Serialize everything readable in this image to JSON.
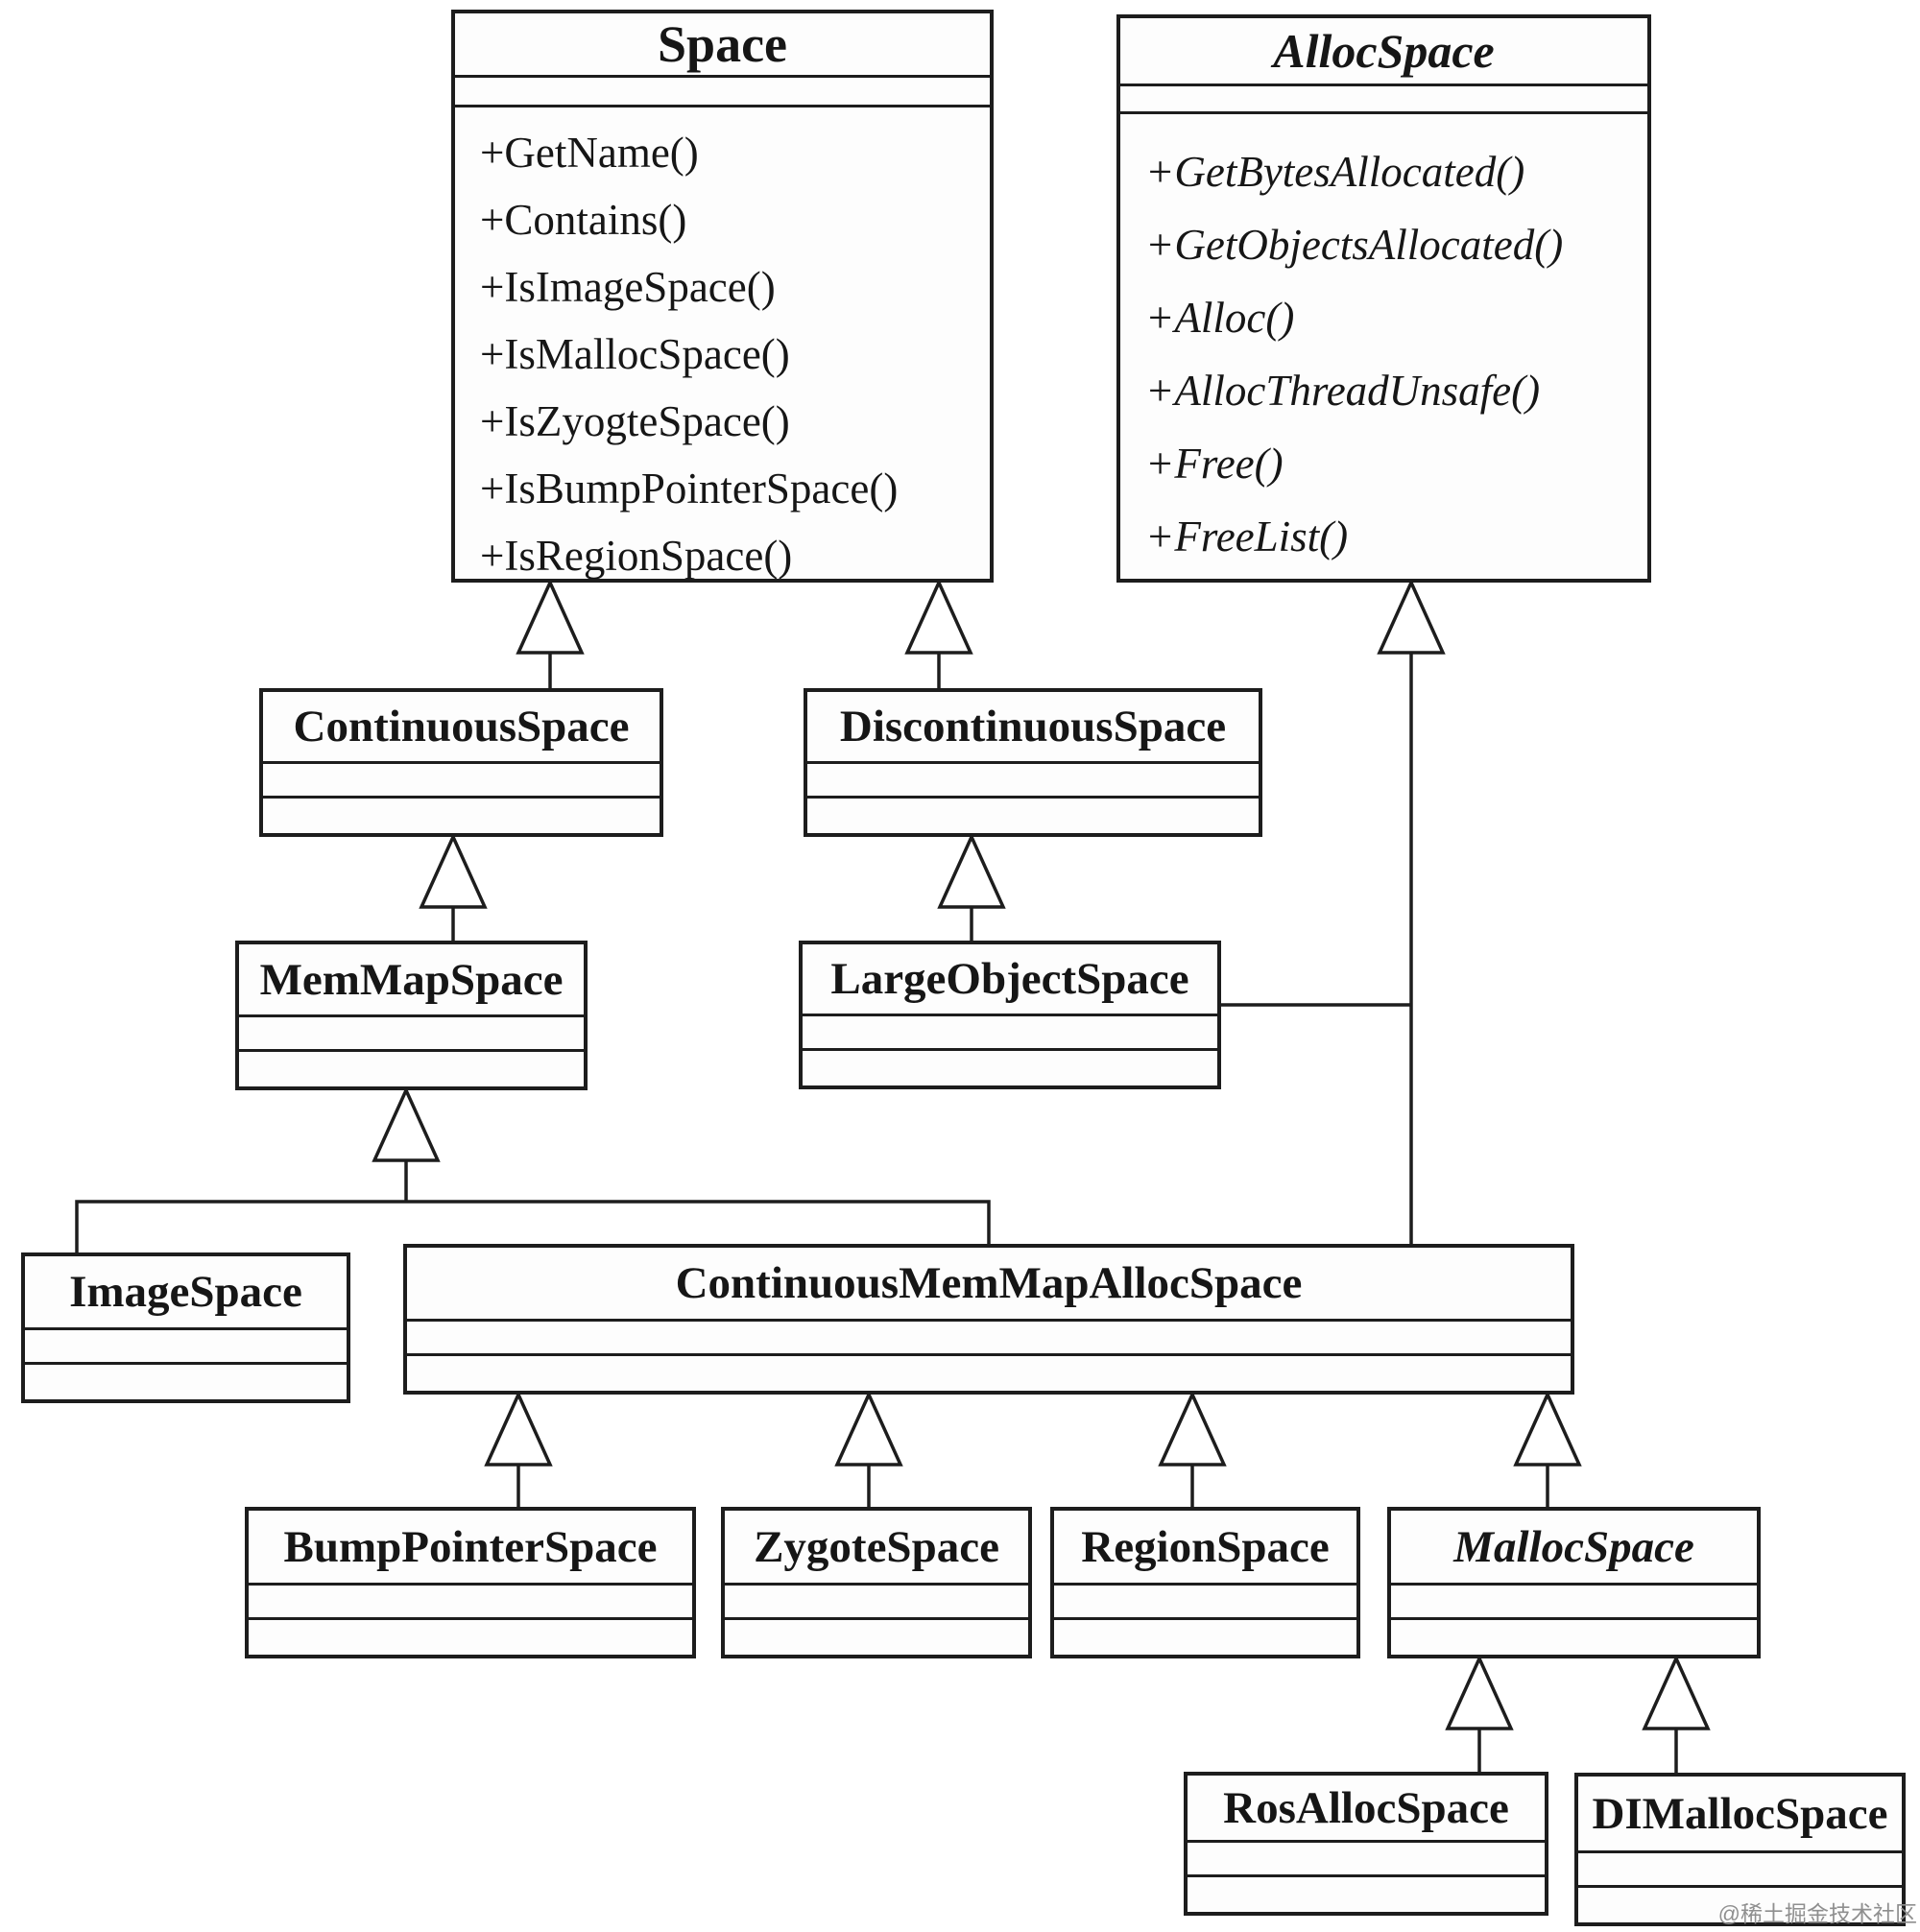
{
  "classes": {
    "space": {
      "name": "Space",
      "methods": [
        "+GetName()",
        "+Contains()",
        "+IsImageSpace()",
        "+IsMallocSpace()",
        "+IsZyogteSpace()",
        "+IsBumpPointerSpace()",
        "+IsRegionSpace()"
      ]
    },
    "alloc_space": {
      "name": "AllocSpace",
      "methods": [
        "+GetBytesAllocated()",
        "+GetObjectsAllocated()",
        "+Alloc()",
        "+AllocThreadUnsafe()",
        "+Free()",
        "+FreeList()"
      ]
    },
    "continuous_space": {
      "name": "ContinuousSpace"
    },
    "discontinuous_space": {
      "name": "DiscontinuousSpace"
    },
    "mem_map_space": {
      "name": "MemMapSpace"
    },
    "large_object_space": {
      "name": "LargeObjectSpace"
    },
    "image_space": {
      "name": "ImageSpace"
    },
    "continuous_mem_map_alloc_space": {
      "name": "ContinuousMemMapAllocSpace"
    },
    "bump_pointer_space": {
      "name": "BumpPointerSpace"
    },
    "zygote_space": {
      "name": "ZygoteSpace"
    },
    "region_space": {
      "name": "RegionSpace"
    },
    "malloc_space": {
      "name": "MallocSpace"
    },
    "ros_alloc_space": {
      "name": "RosAllocSpace"
    },
    "di_malloc_space": {
      "name": "DIMallocSpace"
    }
  },
  "relations": [
    {
      "child": "ContinuousSpace",
      "parent": "Space",
      "type": "generalization"
    },
    {
      "child": "DiscontinuousSpace",
      "parent": "Space",
      "type": "generalization"
    },
    {
      "child": "MemMapSpace",
      "parent": "ContinuousSpace",
      "type": "generalization"
    },
    {
      "child": "LargeObjectSpace",
      "parent": "DiscontinuousSpace",
      "type": "generalization"
    },
    {
      "child": "LargeObjectSpace",
      "parent": "AllocSpace",
      "type": "generalization"
    },
    {
      "child": "ImageSpace",
      "parent": "MemMapSpace",
      "type": "generalization"
    },
    {
      "child": "ContinuousMemMapAllocSpace",
      "parent": "MemMapSpace",
      "type": "generalization"
    },
    {
      "child": "ContinuousMemMapAllocSpace",
      "parent": "AllocSpace",
      "type": "generalization"
    },
    {
      "child": "BumpPointerSpace",
      "parent": "ContinuousMemMapAllocSpace",
      "type": "generalization"
    },
    {
      "child": "ZygoteSpace",
      "parent": "ContinuousMemMapAllocSpace",
      "type": "generalization"
    },
    {
      "child": "RegionSpace",
      "parent": "ContinuousMemMapAllocSpace",
      "type": "generalization"
    },
    {
      "child": "MallocSpace",
      "parent": "ContinuousMemMapAllocSpace",
      "type": "generalization"
    },
    {
      "child": "RosAllocSpace",
      "parent": "MallocSpace",
      "type": "generalization"
    },
    {
      "child": "DIMallocSpace",
      "parent": "MallocSpace",
      "type": "generalization"
    }
  ],
  "watermark": "@稀土掘金技术社区",
  "colors": {
    "line": "#1d1d1d",
    "background": "#ffffff",
    "watermark": "#8f8f8f"
  }
}
